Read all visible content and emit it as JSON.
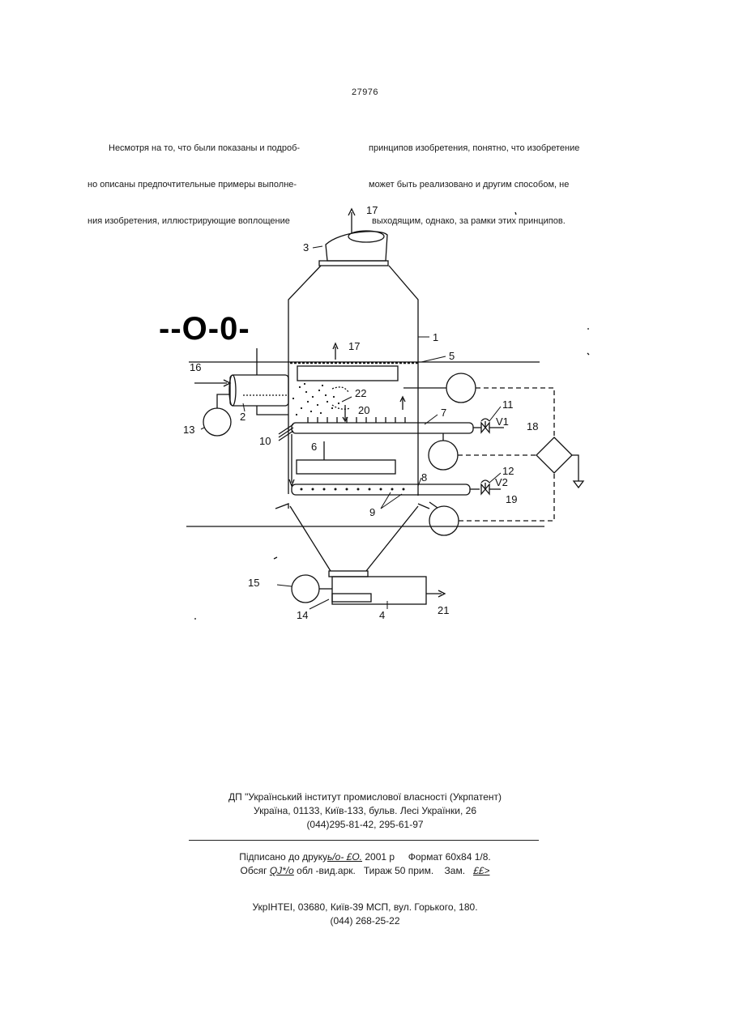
{
  "page_number": "27976",
  "body_text": {
    "left_column": [
      "Несмотря на то, что были показаны и подроб-",
      "но описаны предпочтительные примеры выполне-",
      "ния изобретения, иллюстрирующие воплощение"
    ],
    "right_column": [
      "принципов изобретения, понятно, что изобретение",
      "может быть реализовано и другим способом, не",
      "выходящим, однако, за рамки этих принципов."
    ]
  },
  "figure": {
    "stray_mark": "--O-0-",
    "labels": {
      "l1": "1",
      "l2": "2",
      "l3": "3",
      "l4": "4",
      "l5": "5",
      "l6": "6",
      "l7": "7",
      "l8": "8",
      "l9": "9",
      "l10": "10",
      "l11": "11",
      "l12": "12",
      "l13": "13",
      "l14": "14",
      "l15": "15",
      "l16": "16",
      "l17a": "17",
      "l17b": "17",
      "l18": "18",
      "l19": "19",
      "l20": "20",
      "l21": "21",
      "l22": "22",
      "v1": "V1",
      "v2": "V2"
    }
  },
  "footer": {
    "publisher_line1": "ДП \"Український інститут промислової власності (Укрпатент)",
    "publisher_line2": "Україна, 01133, Київ-133, бульв. Лесі Українки, 26",
    "publisher_line3": "(044)295-81-42, 295-61-97",
    "signed_prefix": "Підписано до друку",
    "signed_handwritten": "ь/о- £О.",
    "signed_suffix": " 2001 р     Формат 60x84 1/8.",
    "volume_prefix": "Обсяг ",
    "volume_handwritten": "QJ*/o",
    "volume_suffix": " обл -вид.арк.   Тираж 50 прим.    Зам.   ",
    "order_handwritten": "££>",
    "printer_line1": "УкрІНТЕІ, 03680, Київ-39 МСП, вул. Горького, 180.",
    "printer_line2": "(044) 268-25-22"
  }
}
